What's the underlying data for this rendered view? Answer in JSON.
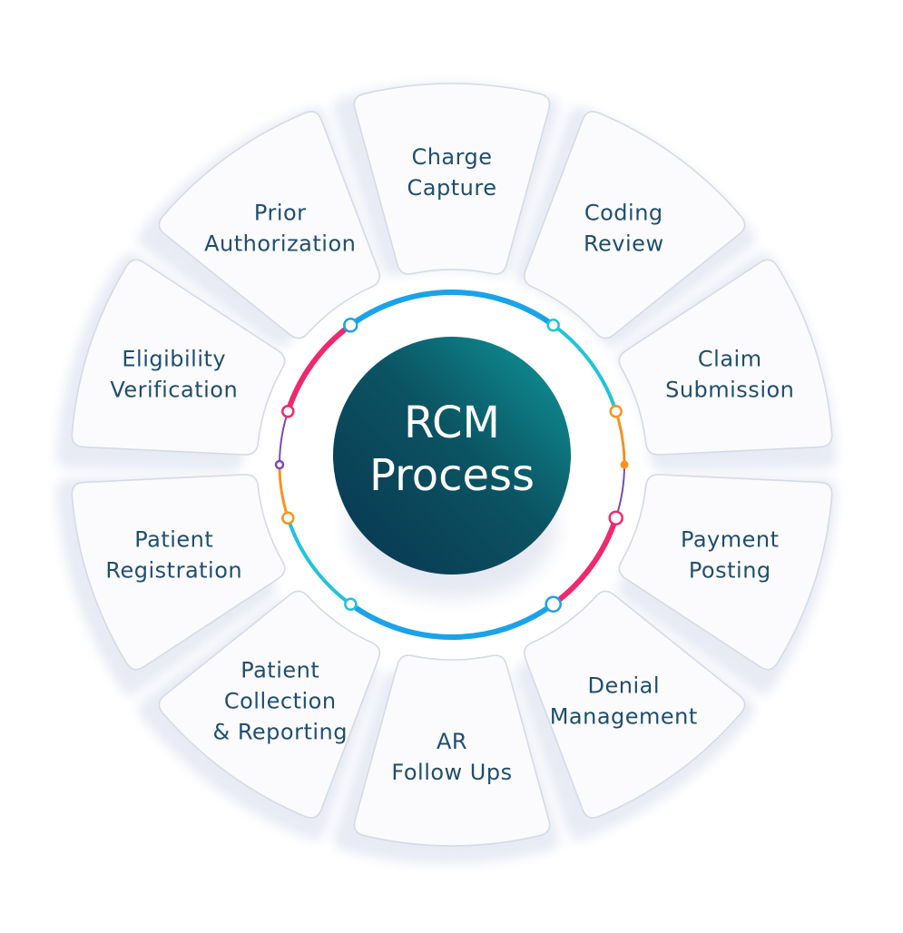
{
  "title": "RCM Process",
  "center": {
    "lines": [
      "RCM",
      "Process"
    ]
  },
  "segments": [
    {
      "id": "charge-capture",
      "lines": [
        "Charge",
        "Capture"
      ]
    },
    {
      "id": "coding-review",
      "lines": [
        "Coding",
        "Review"
      ]
    },
    {
      "id": "claim-submission",
      "lines": [
        "Claim",
        "Submission"
      ]
    },
    {
      "id": "payment-posting",
      "lines": [
        "Payment",
        "Posting"
      ]
    },
    {
      "id": "denial-management",
      "lines": [
        "Denial",
        "Management"
      ]
    },
    {
      "id": "ar-follow-ups",
      "lines": [
        "AR",
        "Follow Ups"
      ]
    },
    {
      "id": "patient-collection-reporting",
      "lines": [
        "Patient",
        "Collection",
        "& Reporting"
      ]
    },
    {
      "id": "patient-registration",
      "lines": [
        "Patient",
        "Registration"
      ]
    },
    {
      "id": "eligibility-verification",
      "lines": [
        "Eligibility",
        "Verification"
      ]
    },
    {
      "id": "prior-authorization",
      "lines": [
        "Prior",
        "Authorization"
      ]
    }
  ],
  "colors": {
    "text": "#1f4e6e",
    "card": "#fbfbfd",
    "card_border": "#d5dae6",
    "shadow": "#e8ebf4",
    "center_dark": "#0b3e56",
    "center_light": "#0e8d92",
    "ring_blue": "#1aa3e8",
    "ring_cyan": "#20c4d8",
    "ring_pink": "#ee2a6c",
    "ring_orange": "#f7931e",
    "ring_purple": "#7a4bb3"
  }
}
